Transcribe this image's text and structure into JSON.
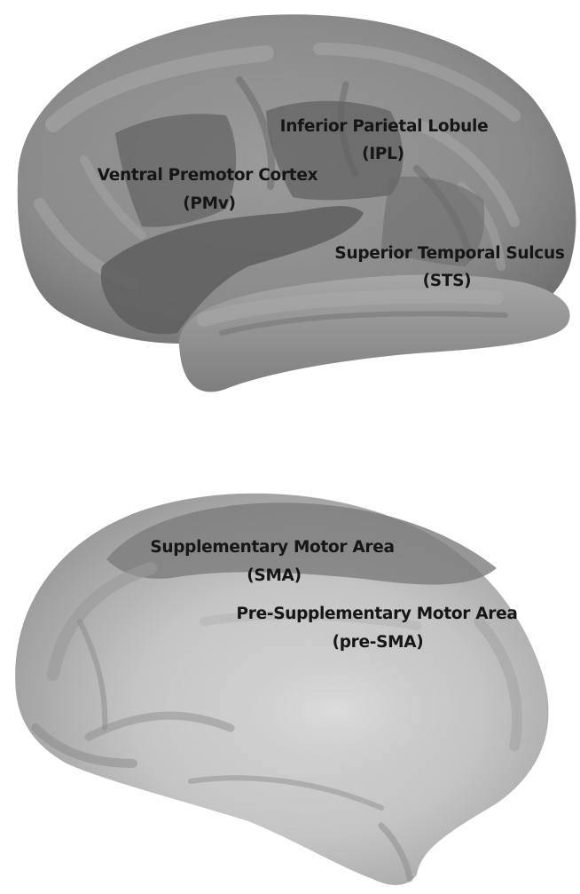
{
  "figure": {
    "lateral_view": {
      "labels": [
        {
          "id": "ipl",
          "name": "Inferior Parietal Lobule",
          "abbrev": "(IPL)"
        },
        {
          "id": "pmv",
          "name": "Ventral Premotor Cortex",
          "abbrev": "(PMv)"
        },
        {
          "id": "sts",
          "name": "Superior Temporal Sulcus",
          "abbrev": "(STS)"
        }
      ]
    },
    "medial_view": {
      "labels": [
        {
          "id": "sma",
          "name": "Supplementary Motor Area",
          "abbrev": "(SMA)"
        },
        {
          "id": "presma",
          "name": "Pre-Supplementary Motor Area",
          "abbrev": "(pre-SMA)"
        }
      ]
    },
    "colors": {
      "cortex": "#8c8c8c",
      "gyrus_highlight": "#a9a9a9",
      "sulcus_shadow": "#6a6a6a",
      "region_highlight": "#5c5c5c",
      "medial_surface": "#bdbdbd",
      "label_text": "#161616"
    }
  }
}
